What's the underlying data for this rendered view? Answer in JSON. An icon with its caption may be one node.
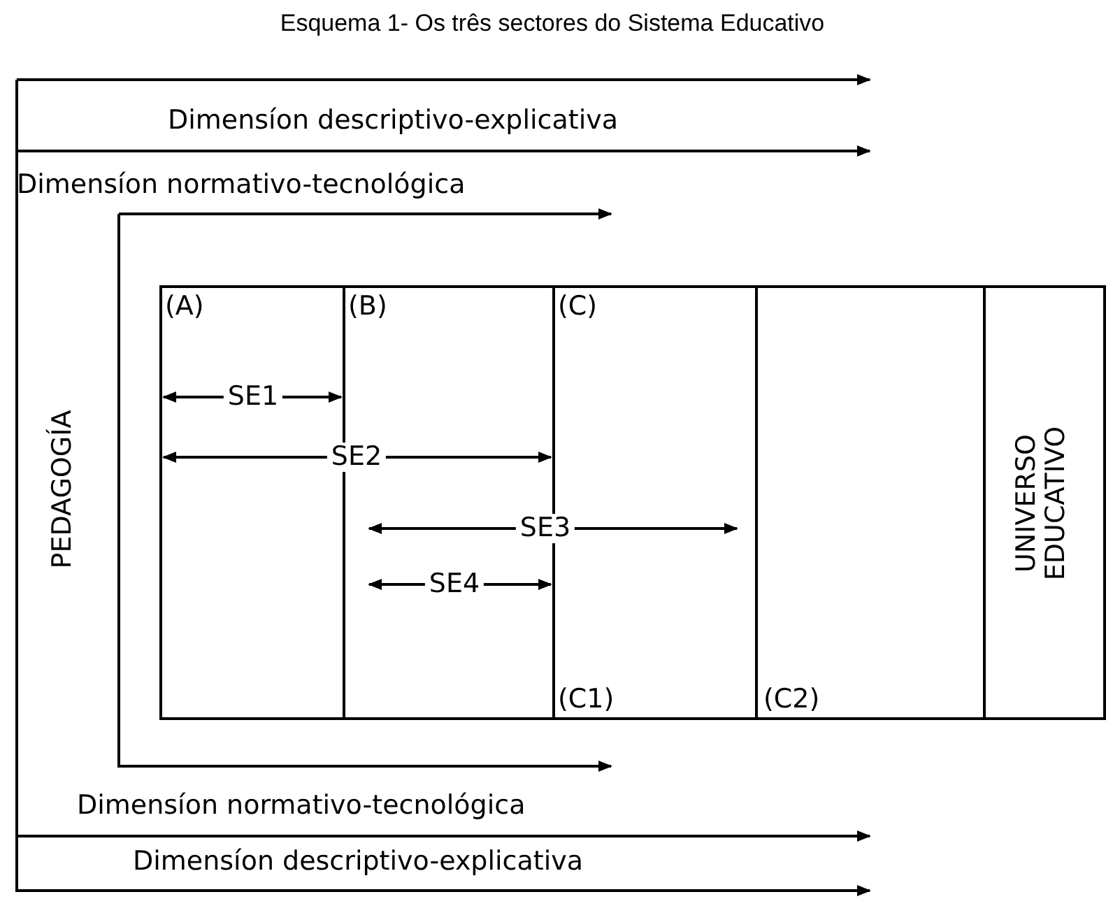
{
  "diagram": {
    "title": "Esquema 1- Os três sectores do Sistema Educativo",
    "labels": [
      "Dimensíon descriptivo-explicativa",
      "Dimensíon normativo-tecnológica",
      "(A)",
      "(B)",
      "(C)",
      "SE1",
      "PEDAGOGÍA",
      "SE2",
      "UNIVERSO EDUCATIVO",
      "SE3",
      "SE4",
      "(C1)",
      "(C2)",
      "Dimensíon normativo-tecnológica",
      "Dimensíon descriptivo-explicativa"
    ]
  }
}
